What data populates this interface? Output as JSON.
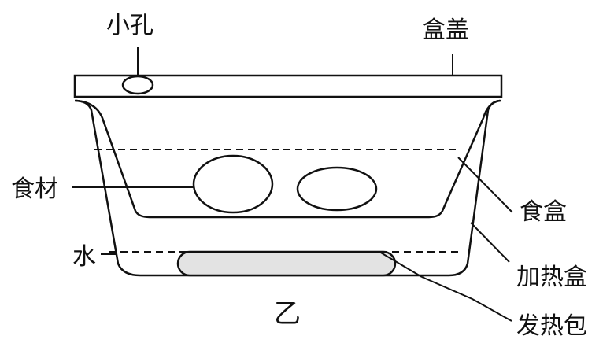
{
  "labels": {
    "hole": "小孔",
    "lid": "盒盖",
    "food": "食材",
    "water": "水",
    "food_box": "食盒",
    "heating_box": "加热盒",
    "heat_pack": "发热包",
    "caption": "乙"
  }
}
